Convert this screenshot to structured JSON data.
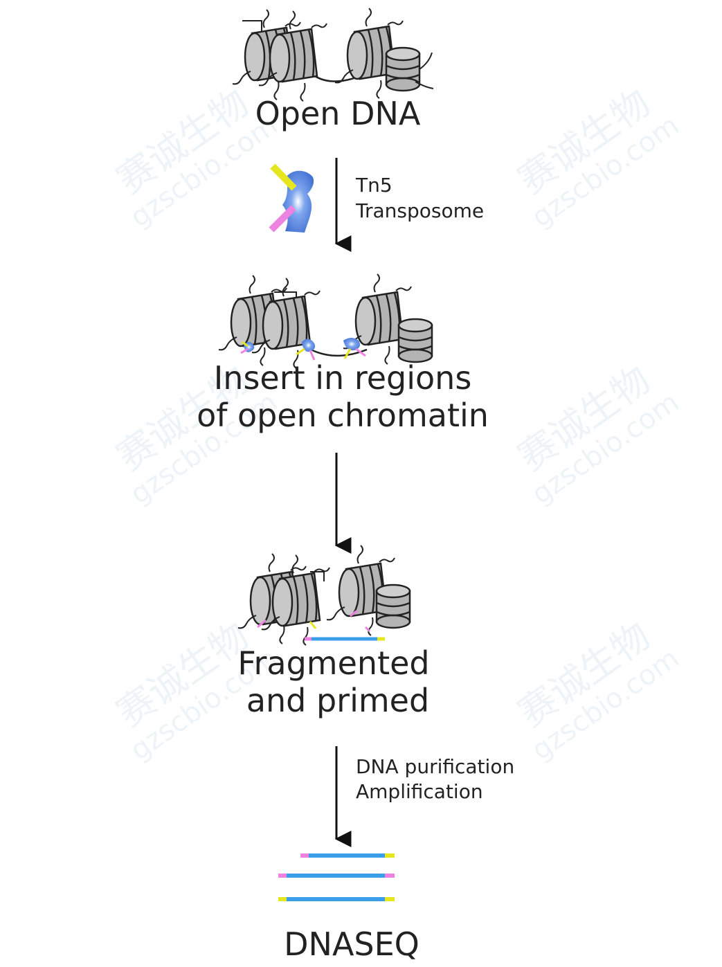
{
  "steps": {
    "open_dna": "Open DNA",
    "tn5_line1": "Tn5",
    "tn5_line2": "Transposome",
    "insert_line1": "Insert in regions",
    "insert_line2": "of open chromatin",
    "fragmented_line1": "Fragmented",
    "fragmented_line2": "and primed",
    "purify_line1": "DNA purification",
    "purify_line2": "Amplification",
    "dnaseq": "DNASEQ"
  },
  "watermark": {
    "brand": "赛诚生物",
    "url": "gzscbio.com"
  },
  "colors": {
    "adapter_yellow": "#e6e61e",
    "adapter_pink": "#ee82e0",
    "dna_blue": "#3a9ee8",
    "enzyme_blue": "#3f6fd1",
    "nucleosome_gray": "#b4b4b4",
    "arrow": "#111111"
  }
}
